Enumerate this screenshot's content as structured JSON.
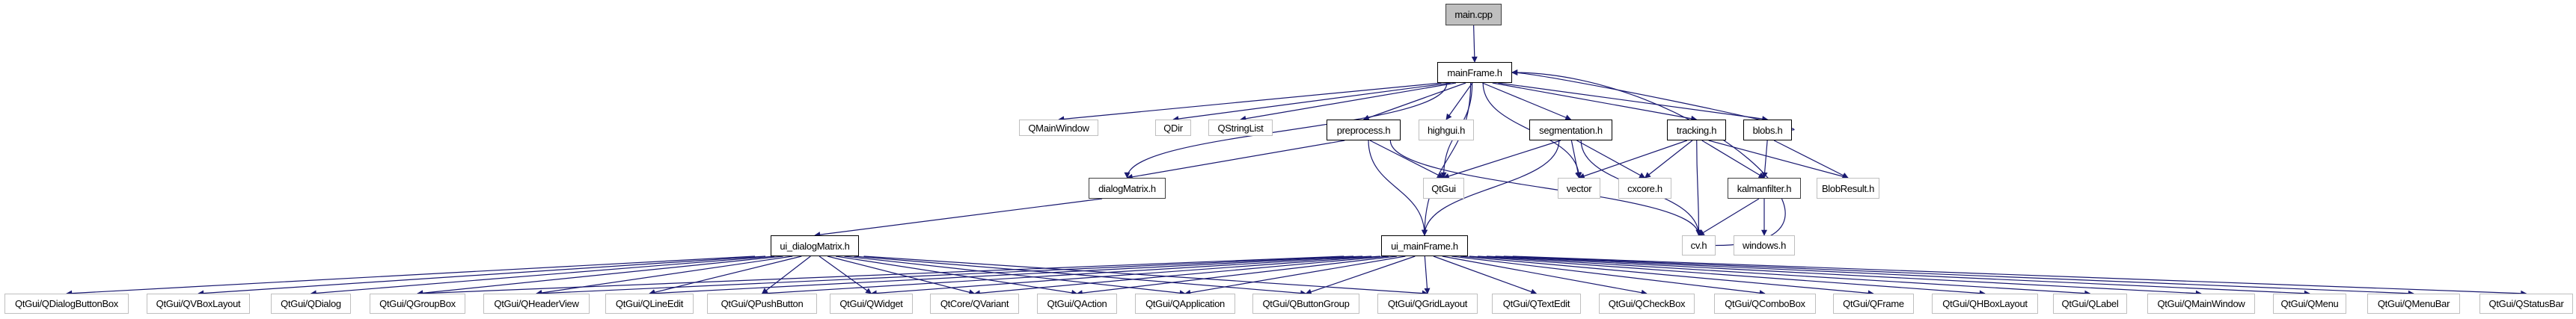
{
  "title": "main.cpp include dependency graph",
  "colors": {
    "edge": "#191970",
    "root_fill": "#bfbfbf",
    "local_border": "#000000",
    "external_border": "#bfbfbf"
  },
  "nodes": [
    {
      "id": "main_cpp",
      "label": "main.cpp",
      "kind": "root"
    },
    {
      "id": "mainFrame_h",
      "label": "mainFrame.h",
      "kind": "local"
    },
    {
      "id": "QMainWindow",
      "label": "QMainWindow",
      "kind": "ext"
    },
    {
      "id": "QDir",
      "label": "QDir",
      "kind": "ext"
    },
    {
      "id": "QStringList",
      "label": "QStringList",
      "kind": "ext"
    },
    {
      "id": "preprocess_h",
      "label": "preprocess.h",
      "kind": "local"
    },
    {
      "id": "highgui_h",
      "label": "highgui.h",
      "kind": "ext"
    },
    {
      "id": "segmentation_h",
      "label": "segmentation.h",
      "kind": "local"
    },
    {
      "id": "tracking_h",
      "label": "tracking.h",
      "kind": "local"
    },
    {
      "id": "blobs_h",
      "label": "blobs.h",
      "kind": "local"
    },
    {
      "id": "dialogMatrix_h",
      "label": "dialogMatrix.h",
      "kind": "local"
    },
    {
      "id": "QtGui",
      "label": "QtGui",
      "kind": "ext"
    },
    {
      "id": "vector",
      "label": "vector",
      "kind": "ext"
    },
    {
      "id": "cxcore_h",
      "label": "cxcore.h",
      "kind": "ext"
    },
    {
      "id": "kalmanfilter_h",
      "label": "kalmanfilter.h",
      "kind": "local"
    },
    {
      "id": "BlobResult_h",
      "label": "BlobResult.h",
      "kind": "ext"
    },
    {
      "id": "ui_dialogMatrix_h",
      "label": "ui_dialogMatrix.h",
      "kind": "local"
    },
    {
      "id": "ui_mainFrame_h",
      "label": "ui_mainFrame.h",
      "kind": "local"
    },
    {
      "id": "cv_h",
      "label": "cv.h",
      "kind": "ext"
    },
    {
      "id": "windows_h",
      "label": "windows.h",
      "kind": "ext"
    },
    {
      "id": "QDialogButtonBox",
      "label": "QtGui/QDialogButtonBox",
      "kind": "ext"
    },
    {
      "id": "QVBoxLayout",
      "label": "QtGui/QVBoxLayout",
      "kind": "ext"
    },
    {
      "id": "QDialog",
      "label": "QtGui/QDialog",
      "kind": "ext"
    },
    {
      "id": "QGroupBox",
      "label": "QtGui/QGroupBox",
      "kind": "ext"
    },
    {
      "id": "QHeaderView",
      "label": "QtGui/QHeaderView",
      "kind": "ext"
    },
    {
      "id": "QLineEdit",
      "label": "QtGui/QLineEdit",
      "kind": "ext"
    },
    {
      "id": "QPushButton",
      "label": "QtGui/QPushButton",
      "kind": "ext"
    },
    {
      "id": "QWidget",
      "label": "QtGui/QWidget",
      "kind": "ext"
    },
    {
      "id": "QVariant",
      "label": "QtCore/QVariant",
      "kind": "ext"
    },
    {
      "id": "QAction",
      "label": "QtGui/QAction",
      "kind": "ext"
    },
    {
      "id": "QApplication",
      "label": "QtGui/QApplication",
      "kind": "ext"
    },
    {
      "id": "QButtonGroup",
      "label": "QtGui/QButtonGroup",
      "kind": "ext"
    },
    {
      "id": "QGridLayout",
      "label": "QtGui/QGridLayout",
      "kind": "ext"
    },
    {
      "id": "QTextEdit",
      "label": "QtGui/QTextEdit",
      "kind": "ext"
    },
    {
      "id": "QCheckBox",
      "label": "QtGui/QCheckBox",
      "kind": "ext"
    },
    {
      "id": "QComboBox",
      "label": "QtGui/QComboBox",
      "kind": "ext"
    },
    {
      "id": "QFrame",
      "label": "QtGui/QFrame",
      "kind": "ext"
    },
    {
      "id": "QHBoxLayout",
      "label": "QtGui/QHBoxLayout",
      "kind": "ext"
    },
    {
      "id": "QLabel",
      "label": "QtGui/QLabel",
      "kind": "ext"
    },
    {
      "id": "QMainWindow2",
      "label": "QtGui/QMainWindow",
      "kind": "ext"
    },
    {
      "id": "QMenu",
      "label": "QtGui/QMenu",
      "kind": "ext"
    },
    {
      "id": "QMenuBar",
      "label": "QtGui/QMenuBar",
      "kind": "ext"
    },
    {
      "id": "QStatusBar",
      "label": "QtGui/QStatusBar",
      "kind": "ext"
    }
  ],
  "edges": [
    [
      "main_cpp",
      "mainFrame_h"
    ],
    [
      "mainFrame_h",
      "QMainWindow"
    ],
    [
      "mainFrame_h",
      "QDir"
    ],
    [
      "mainFrame_h",
      "QStringList"
    ],
    [
      "mainFrame_h",
      "preprocess_h"
    ],
    [
      "mainFrame_h",
      "highgui_h"
    ],
    [
      "mainFrame_h",
      "segmentation_h"
    ],
    [
      "mainFrame_h",
      "tracking_h"
    ],
    [
      "mainFrame_h",
      "blobs_h"
    ],
    [
      "mainFrame_h",
      "dialogMatrix_h"
    ],
    [
      "mainFrame_h",
      "QtGui"
    ],
    [
      "mainFrame_h",
      "vector"
    ],
    [
      "mainFrame_h",
      "ui_mainFrame_h"
    ],
    [
      "blobs_h",
      "mainFrame_h"
    ],
    [
      "cv_h",
      "mainFrame_h"
    ],
    [
      "preprocess_h",
      "dialogMatrix_h"
    ],
    [
      "preprocess_h",
      "QtGui"
    ],
    [
      "preprocess_h",
      "ui_mainFrame_h"
    ],
    [
      "preprocess_h",
      "cv_h"
    ],
    [
      "segmentation_h",
      "QtGui"
    ],
    [
      "segmentation_h",
      "vector"
    ],
    [
      "segmentation_h",
      "cxcore_h"
    ],
    [
      "segmentation_h",
      "ui_mainFrame_h"
    ],
    [
      "segmentation_h",
      "cv_h"
    ],
    [
      "tracking_h",
      "vector"
    ],
    [
      "tracking_h",
      "cxcore_h"
    ],
    [
      "tracking_h",
      "kalmanfilter_h"
    ],
    [
      "tracking_h",
      "BlobResult_h"
    ],
    [
      "tracking_h",
      "cv_h"
    ],
    [
      "blobs_h",
      "kalmanfilter_h"
    ],
    [
      "blobs_h",
      "BlobResult_h"
    ],
    [
      "kalmanfilter_h",
      "cv_h"
    ],
    [
      "kalmanfilter_h",
      "windows_h"
    ],
    [
      "dialogMatrix_h",
      "ui_dialogMatrix_h"
    ],
    [
      "ui_dialogMatrix_h",
      "QDialogButtonBox"
    ],
    [
      "ui_dialogMatrix_h",
      "QVBoxLayout"
    ],
    [
      "ui_dialogMatrix_h",
      "QDialog"
    ],
    [
      "ui_dialogMatrix_h",
      "QGroupBox"
    ],
    [
      "ui_dialogMatrix_h",
      "QHeaderView"
    ],
    [
      "ui_dialogMatrix_h",
      "QLineEdit"
    ],
    [
      "ui_dialogMatrix_h",
      "QPushButton"
    ],
    [
      "ui_dialogMatrix_h",
      "QWidget"
    ],
    [
      "ui_dialogMatrix_h",
      "QVariant"
    ],
    [
      "ui_dialogMatrix_h",
      "QAction"
    ],
    [
      "ui_dialogMatrix_h",
      "QApplication"
    ],
    [
      "ui_dialogMatrix_h",
      "QButtonGroup"
    ],
    [
      "ui_dialogMatrix_h",
      "QGridLayout"
    ],
    [
      "ui_mainFrame_h",
      "QGroupBox"
    ],
    [
      "ui_mainFrame_h",
      "QHeaderView"
    ],
    [
      "ui_mainFrame_h",
      "QLineEdit"
    ],
    [
      "ui_mainFrame_h",
      "QPushButton"
    ],
    [
      "ui_mainFrame_h",
      "QWidget"
    ],
    [
      "ui_mainFrame_h",
      "QVariant"
    ],
    [
      "ui_mainFrame_h",
      "QAction"
    ],
    [
      "ui_mainFrame_h",
      "QApplication"
    ],
    [
      "ui_mainFrame_h",
      "QButtonGroup"
    ],
    [
      "ui_mainFrame_h",
      "QGridLayout"
    ],
    [
      "ui_mainFrame_h",
      "QTextEdit"
    ],
    [
      "ui_mainFrame_h",
      "QCheckBox"
    ],
    [
      "ui_mainFrame_h",
      "QComboBox"
    ],
    [
      "ui_mainFrame_h",
      "QFrame"
    ],
    [
      "ui_mainFrame_h",
      "QHBoxLayout"
    ],
    [
      "ui_mainFrame_h",
      "QLabel"
    ],
    [
      "ui_mainFrame_h",
      "QMainWindow2"
    ],
    [
      "ui_mainFrame_h",
      "QMenu"
    ],
    [
      "ui_mainFrame_h",
      "QMenuBar"
    ],
    [
      "ui_mainFrame_h",
      "QStatusBar"
    ]
  ]
}
